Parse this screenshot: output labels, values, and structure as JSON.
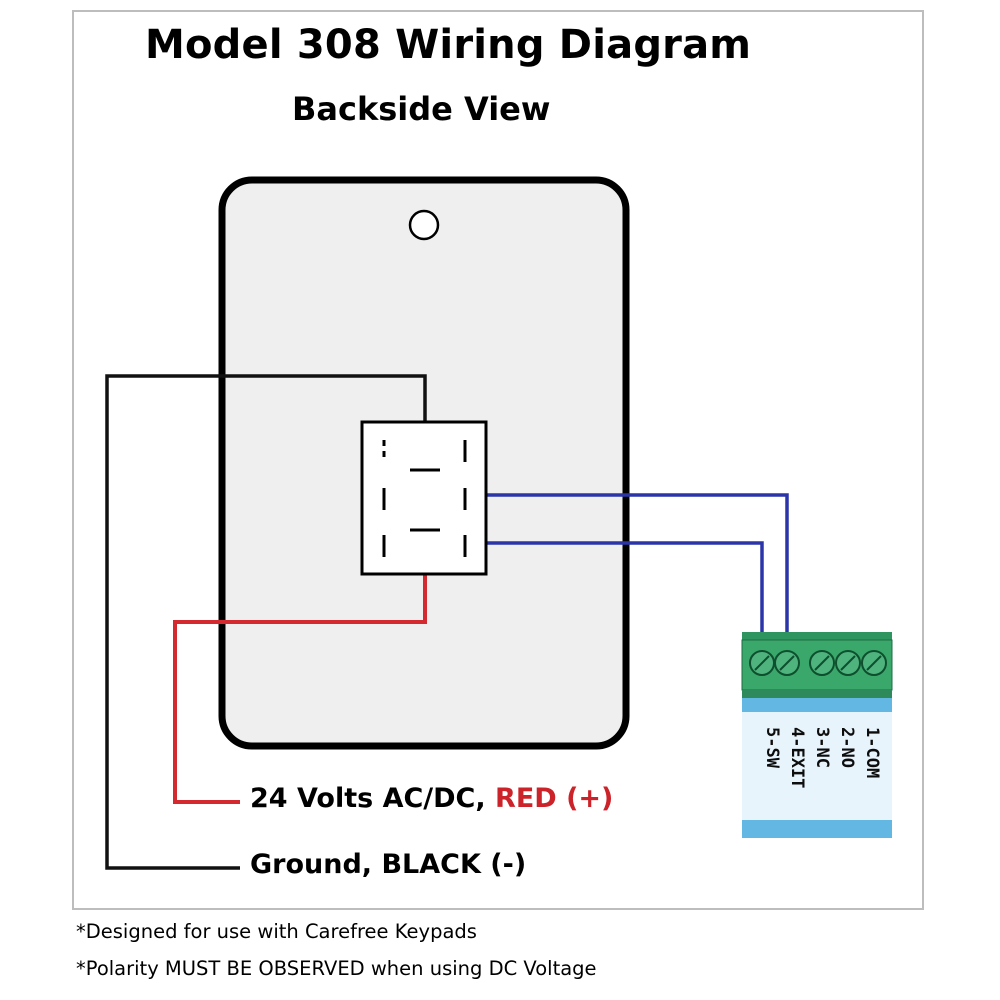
{
  "header": {
    "title": "Model 308 Wiring Diagram",
    "subtitle": "Backside View"
  },
  "wires": {
    "power_label_prefix": "24 Volts AC/DC, ",
    "power_label_color": "RED (+)",
    "ground_label": "Ground, BLACK (-)"
  },
  "terminal_block": {
    "labels": [
      "1-COM",
      "2-NO",
      "3-NC",
      "4-EXIT",
      "5-SW"
    ]
  },
  "footnotes": [
    "*Designed for use with Carefree Keypads",
    "*Polarity MUST BE OBSERVED when using DC Voltage"
  ],
  "colors": {
    "red_wire": "#d42a2f",
    "black_wire": "#111111",
    "blue_wire": "#2b35a8",
    "plate_fill": "#efefef",
    "terminal_green": "#3aa86a",
    "terminal_blue": "#62b7e3"
  }
}
